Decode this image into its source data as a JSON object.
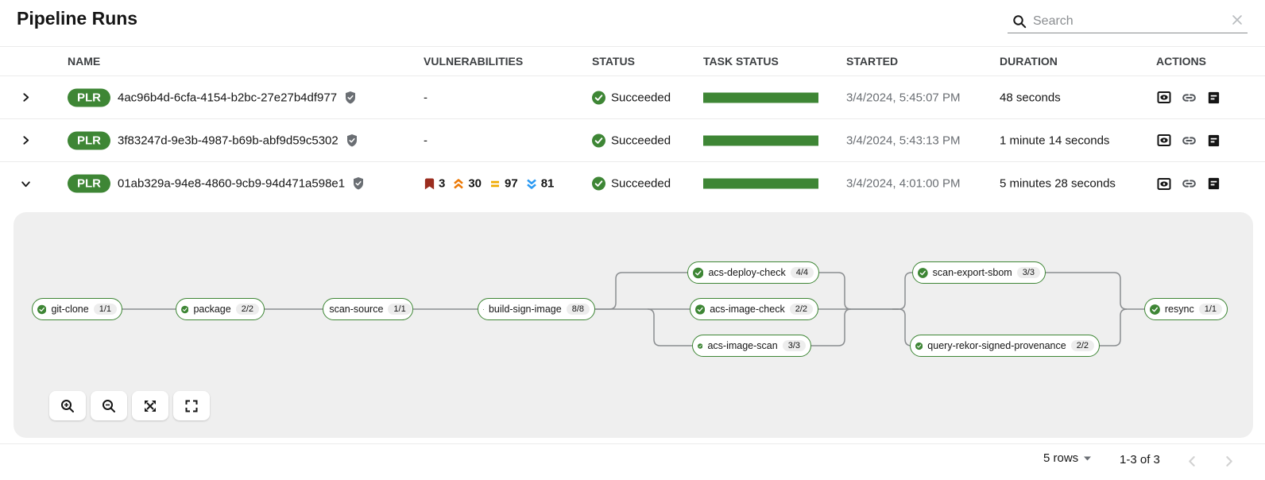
{
  "page": {
    "title": "Pipeline Runs"
  },
  "search": {
    "placeholder": "Search"
  },
  "table": {
    "headers": {
      "name": "NAME",
      "vulnerabilities": "VULNERABILITIES",
      "status": "STATUS",
      "task_status": "TASK STATUS",
      "started": "STARTED",
      "duration": "DURATION",
      "actions": "ACTIONS"
    },
    "rows": [
      {
        "badge": "PLR",
        "name": "4ac96b4d-6cfa-4154-b2bc-27e27b4df977",
        "vulnerabilities": "-",
        "status": "Succeeded",
        "started": "3/4/2024, 5:45:07 PM",
        "duration": "48 seconds",
        "expanded": false
      },
      {
        "badge": "PLR",
        "name": "3f83247d-9e3b-4987-b69b-abf9d59c5302",
        "vulnerabilities": "-",
        "status": "Succeeded",
        "started": "3/4/2024, 5:43:13 PM",
        "duration": "1 minute 14 seconds",
        "expanded": false
      },
      {
        "badge": "PLR",
        "name": "01ab329a-94e8-4860-9cb9-94d471a598e1",
        "vulnerabilities": {
          "critical": "3",
          "high": "30",
          "medium": "97",
          "low": "81"
        },
        "status": "Succeeded",
        "started": "3/4/2024, 4:01:00 PM",
        "duration": "5 minutes 28 seconds",
        "expanded": true
      }
    ]
  },
  "pipeline_graph": {
    "nodes": [
      {
        "label": "git-clone",
        "count": "1/1",
        "status": "succeeded"
      },
      {
        "label": "package",
        "count": "2/2",
        "status": "succeeded"
      },
      {
        "label": "scan-source",
        "count": "1/1",
        "status": "succeeded"
      },
      {
        "label": "build-sign-image",
        "count": "8/8",
        "status": "succeeded"
      },
      {
        "label": "acs-deploy-check",
        "count": "4/4",
        "status": "succeeded"
      },
      {
        "label": "acs-image-check",
        "count": "2/2",
        "status": "succeeded"
      },
      {
        "label": "acs-image-scan",
        "count": "3/3",
        "status": "succeeded"
      },
      {
        "label": "scan-export-sbom",
        "count": "3/3",
        "status": "succeeded"
      },
      {
        "label": "query-rekor-signed-provenance",
        "count": "2/2",
        "status": "succeeded"
      },
      {
        "label": "resync",
        "count": "1/1",
        "status": "succeeded"
      }
    ]
  },
  "pagination": {
    "per_page": "5 rows",
    "range": "1-3 of 3"
  },
  "colors": {
    "success_green": "#3E8635",
    "critical": "#9B2D1F",
    "high": "#EC7A08",
    "medium": "#F0AB00",
    "low": "#2B9AF3",
    "panel_gray": "#EFEFEF"
  }
}
